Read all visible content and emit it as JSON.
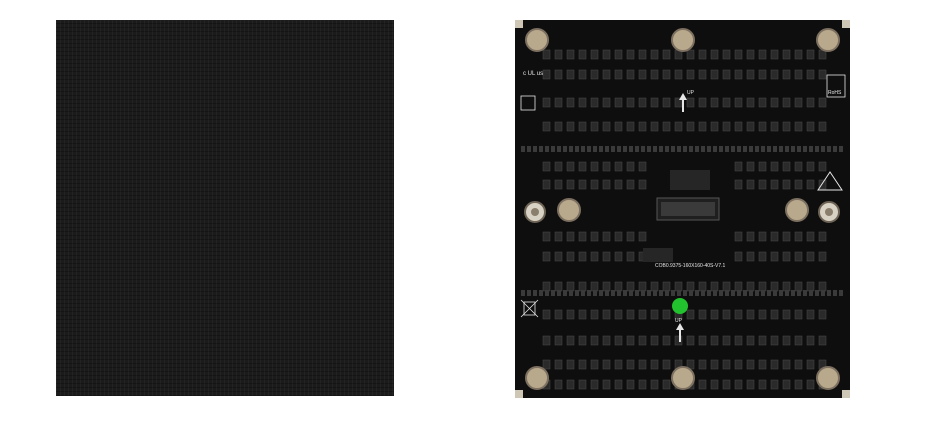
{
  "colors": {
    "page_background": "#ffffff",
    "front_panel": "#1b1b1b",
    "pcb": "#0e0e0e",
    "chip": "#2a2a2a",
    "magnet": "#b9a98c",
    "indicator_led": "#22c22e",
    "silkscreen": "#e6e6e6"
  },
  "pcb": {
    "part_number": "COB0.9375-160X160-40S-V7.1",
    "up_label_top": "UP",
    "up_label_bottom": "UP",
    "rohs_label": "RoHS",
    "ul_label": "c UL us"
  }
}
